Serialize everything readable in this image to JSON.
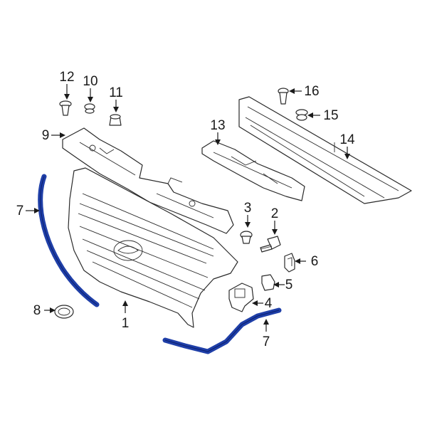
{
  "diagram": {
    "highlight_color": "#1f3fa8",
    "line_color": "#2a2a2a",
    "callouts": [
      {
        "id": "c1",
        "label": "1"
      },
      {
        "id": "c2",
        "label": "2"
      },
      {
        "id": "c3",
        "label": "3"
      },
      {
        "id": "c4",
        "label": "4"
      },
      {
        "id": "c5",
        "label": "5"
      },
      {
        "id": "c6",
        "label": "6"
      },
      {
        "id": "c7a",
        "label": "7"
      },
      {
        "id": "c7b",
        "label": "7"
      },
      {
        "id": "c8",
        "label": "8"
      },
      {
        "id": "c9",
        "label": "9"
      },
      {
        "id": "c10",
        "label": "10"
      },
      {
        "id": "c11",
        "label": "11"
      },
      {
        "id": "c12",
        "label": "12"
      },
      {
        "id": "c13",
        "label": "13"
      },
      {
        "id": "c14",
        "label": "14"
      },
      {
        "id": "c15",
        "label": "15"
      },
      {
        "id": "c16",
        "label": "16"
      }
    ]
  }
}
